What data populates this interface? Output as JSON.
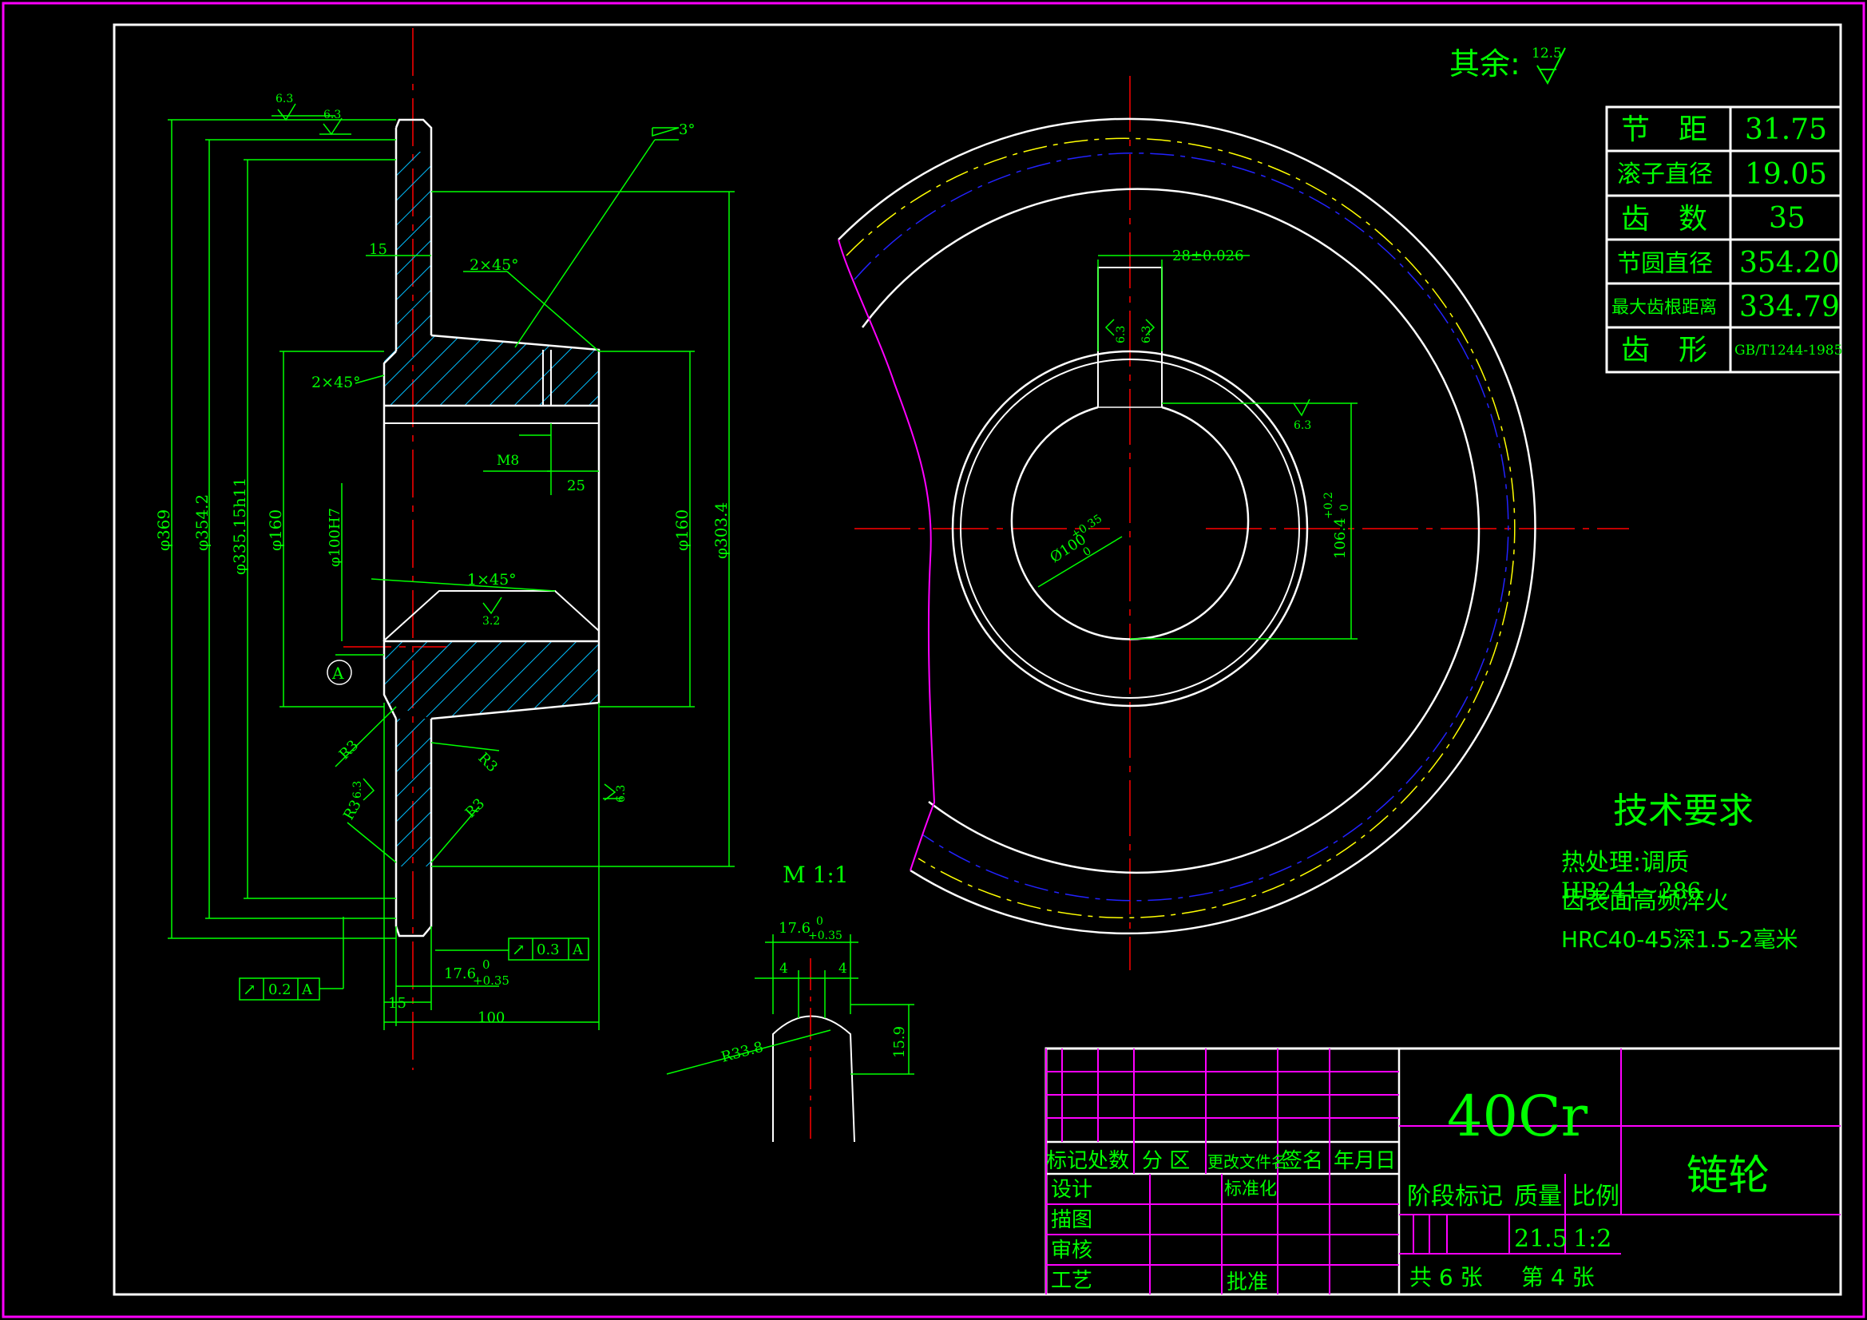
{
  "surface_note": {
    "label": "其余:",
    "roughness": "12.5"
  },
  "param_table": {
    "rows": [
      {
        "label": "节　距",
        "value": "31.75"
      },
      {
        "label": "滚子直径",
        "value": "19.05"
      },
      {
        "label": "齿　数",
        "value": "35"
      },
      {
        "label": "节圆直径",
        "value": "354.20"
      },
      {
        "label": "最大齿根距离",
        "value": "334.79"
      },
      {
        "label": "齿　形",
        "value": "GB/T1244-1985"
      }
    ]
  },
  "section_view": {
    "dims": {
      "d369": "φ369",
      "d354": "φ354.2",
      "d335": "φ335.15h11",
      "d160l": "φ160",
      "d100": "φ100H7",
      "d160r": "φ160",
      "d303": "φ303.4",
      "w15top": "15",
      "chamfer1": "2×45°",
      "chamfer2": "2×45°",
      "chamfer3": "1×45°",
      "taper": "3°",
      "thread": "M8",
      "len25": "25",
      "r1": "R3",
      "r2": "R3",
      "r3": "R3",
      "r4": "R3",
      "w15bot": "15",
      "len100": "100",
      "tooth_w": "17.6",
      "tooth_tol_up": "0",
      "tooth_tol_dn": "+0.35",
      "datum": "A",
      "rough_63a": "6.3",
      "rough_63b": "6.3",
      "rough_63c": "6.3",
      "rough_63d": "6.3",
      "rough_32": "3.2"
    },
    "tolerance_frames": [
      {
        "symbol": "↗",
        "value": "0.3",
        "datum": "A"
      },
      {
        "symbol": "↗",
        "value": "0.2",
        "datum": "A"
      }
    ]
  },
  "detail_view": {
    "scale_label": "M 1:1",
    "width": "17.6",
    "tol_up": "0",
    "tol_dn": "+0.35",
    "w4a": "4",
    "w4b": "4",
    "radius": "R33.8",
    "height": "15.9"
  },
  "front_view": {
    "key_width": "28±0.026",
    "key_rough_a": "6.3",
    "key_rough_b": "6.3",
    "hub_rough": "6.3",
    "key_depth": "106.4",
    "key_depth_up": "+0.2",
    "key_depth_dn": "0",
    "bore": "Ø100",
    "bore_up": "+0.35",
    "bore_dn": "0"
  },
  "tech_requirements": {
    "title": "技术要求",
    "lines": [
      "热处理:调质",
      "HB241~286",
      "齿表面高频淬火",
      "HRC40-45深1.5-2毫米"
    ]
  },
  "title_block": {
    "material": "40Cr",
    "part_name": "链轮",
    "headers": [
      "标记",
      "处数",
      "分 区",
      "更改文件名",
      "签名",
      "年月日"
    ],
    "design": "设计",
    "standardize": "标准化",
    "drawing": "描图",
    "review": "审核",
    "process": "工艺",
    "approve": "批准",
    "stage_mark": "阶段标记",
    "mass_label": "质量",
    "scale_label": "比例",
    "mass": "21.5",
    "scale": "1:2",
    "total_label": "共 6 张",
    "sheet_label": "第 4 张"
  },
  "colors": {
    "frame": "#ff00ff",
    "outline": "#ffffff",
    "dimension": "#00ff00",
    "centerline": "#ff0000",
    "hatch": "#00bfff"
  }
}
